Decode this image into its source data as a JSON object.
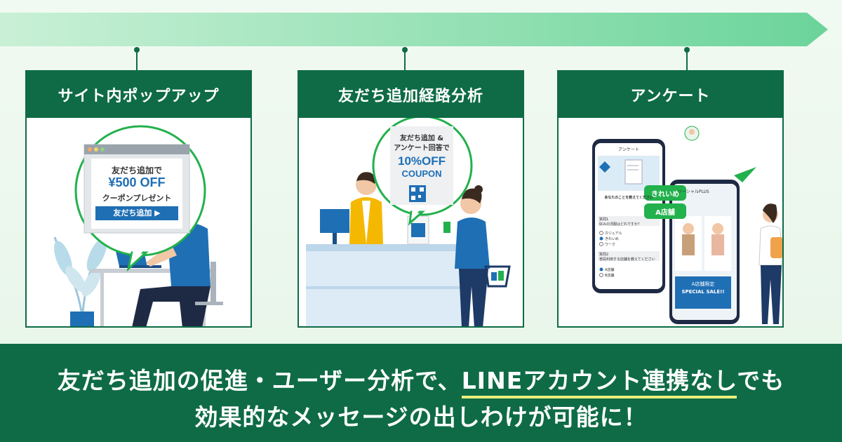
{
  "cards": [
    {
      "title": "サイト内ポップアップ",
      "popup": {
        "line1": "友だち追加で",
        "price": "¥500 OFF",
        "line3": "クーポンプレゼント",
        "button": "友だち追加 ▶"
      }
    },
    {
      "title": "友だち追加経路分析",
      "poster": {
        "line1": "友だち追加 &",
        "line2": "アンケート回答で",
        "discount": "10%OFF",
        "coupon": "COUPON"
      }
    },
    {
      "title": "アンケート",
      "bubbles": [
        "きれいめ",
        "A店舗"
      ],
      "phone_left": {
        "header": "アンケート",
        "question_title": "あなたのことを教えてください",
        "q1_label": "質問1",
        "q1_text": "好みの洋服はどれですか？",
        "q1_options": [
          "カジュアル",
          "きれいめ",
          "ワーク"
        ],
        "q2_label": "質問2",
        "q2_text": "普段利用する店舗を教えてください",
        "q2_options": [
          "A店舗",
          "B店舗"
        ]
      },
      "phone_right": {
        "header": "ソーシャルPLUS",
        "sale_top": "A店舗限定",
        "sale_main": "SPECIAL SALE!!"
      }
    }
  ],
  "footer": {
    "line1_a": "友だち追加の促進・ユーザー分析で、",
    "line1_highlight": "LINEアカウント連携なし",
    "line1_b": "でも",
    "line2": "効果的なメッセージの出しわけが可能に！"
  },
  "colors": {
    "brand_green": "#0e6b46",
    "accent_green": "#22b14c",
    "accent_blue": "#1f6fb5",
    "highlight_yellow": "#e9ef7a"
  }
}
